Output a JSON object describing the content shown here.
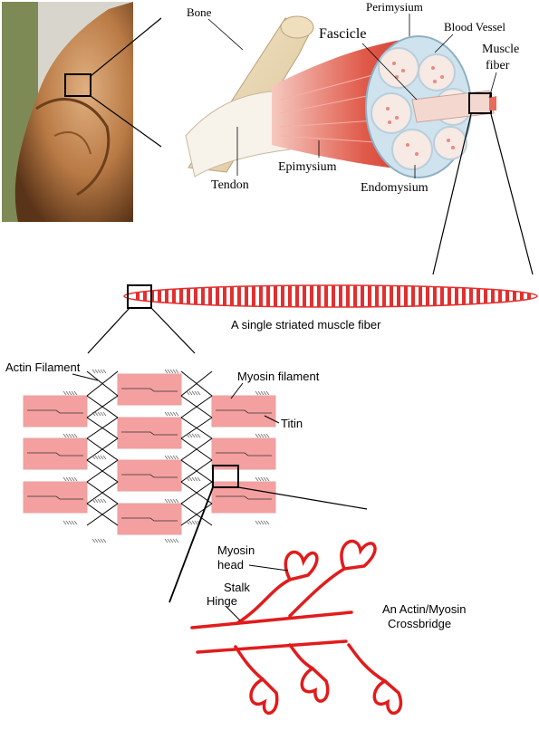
{
  "labels": {
    "bone": "Bone",
    "perimysium": "Perimysium",
    "blood_vessel": "Blood Vessel",
    "fascicle": "Fascicle",
    "muscle_fiber_1": "Muscle",
    "muscle_fiber_2": "fiber",
    "tendon": "Tendon",
    "epimysium": "Epimysium",
    "endomysium": "Endomysium",
    "single_fiber_caption": "A single striated muscle fiber",
    "actin_filament": "Actin Filament",
    "myosin_filament": "Myosin filament",
    "titin": "Titin",
    "myosin_head_1": "Myosin",
    "myosin_head_2": "head",
    "stalk": "Stalk",
    "hinge": "Hinge",
    "crossbridge_1": "An Actin/Myosin",
    "crossbridge_2": "Crossbridge"
  },
  "colors": {
    "muscle_red": "#e23030",
    "myosin_pink": "#f4a0a0",
    "photo_skin": "#b97a45",
    "line": "#000000"
  }
}
